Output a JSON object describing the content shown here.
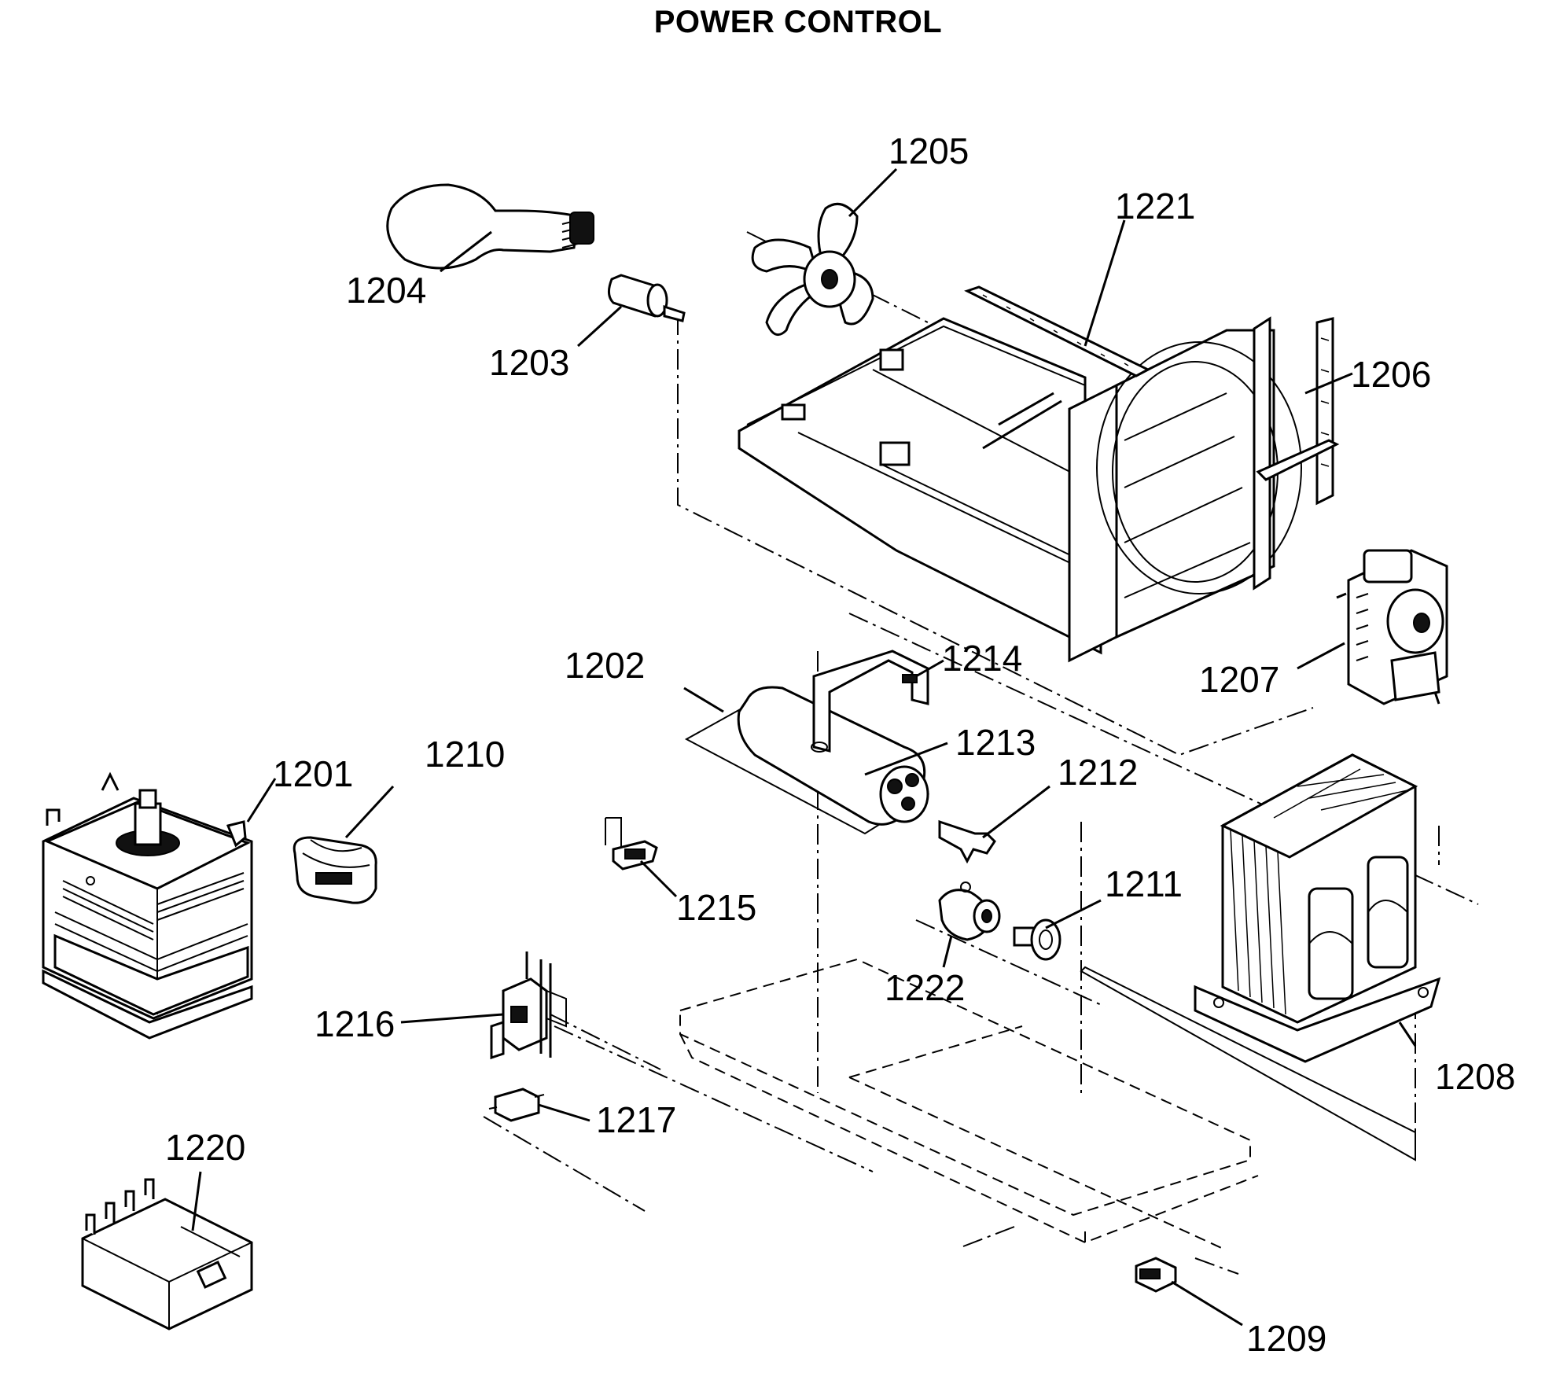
{
  "title": "POWER CONTROL",
  "callouts": {
    "p1201": "1201",
    "p1202": "1202",
    "p1203": "1203",
    "p1204": "1204",
    "p1205": "1205",
    "p1206": "1206",
    "p1207": "1207",
    "p1208": "1208",
    "p1209": "1209",
    "p1210": "1210",
    "p1211": "1211",
    "p1212": "1212",
    "p1213": "1213",
    "p1214": "1214",
    "p1215": "1215",
    "p1216": "1216",
    "p1217": "1217",
    "p1220": "1220",
    "p1221": "1221",
    "p1222": "1222"
  }
}
